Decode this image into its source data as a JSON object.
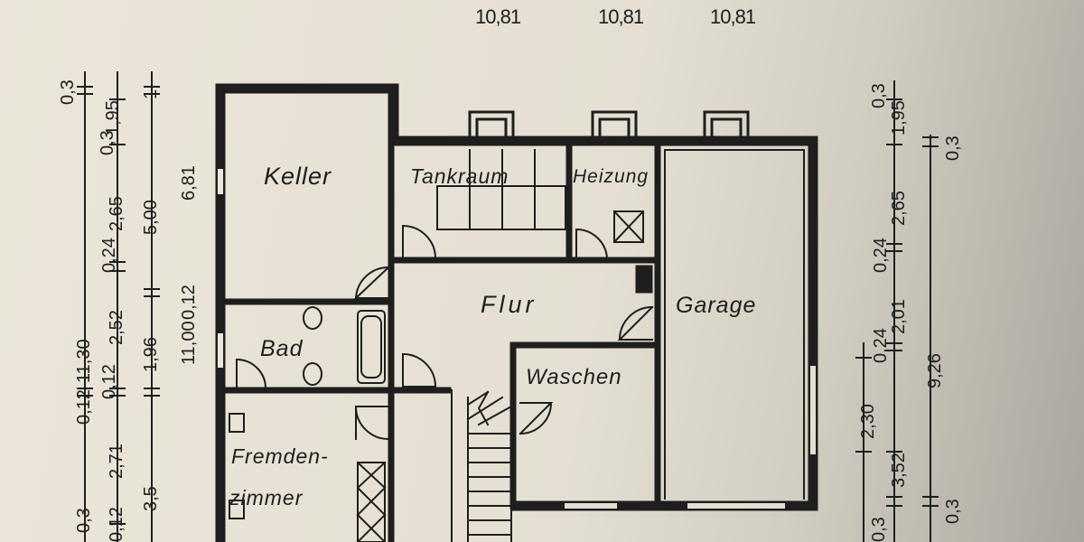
{
  "rooms": {
    "keller": "Keller",
    "tankraum": "Tankraum",
    "heizung": "Heizung",
    "flur": "Flur",
    "garage": "Garage",
    "bad": "Bad",
    "waschen": "Waschen",
    "fremdenzimmer_1": "Fremden-",
    "fremdenzimmer_2": "zimmer"
  },
  "window_heights": [
    "10,81",
    "10,81",
    "10,81"
  ],
  "left_dimensions": {
    "outer": [
      "0,3",
      "11,30",
      "0,12",
      "0,3"
    ],
    "middle": [
      "1,95",
      "0,3",
      "2,65",
      "0,24",
      "2,52",
      "0,12",
      "2,71",
      "0,12"
    ],
    "inner": [
      "1",
      "5,00",
      "1,96",
      "3,5"
    ],
    "room_heights": [
      "6,81",
      "0,12",
      "11,00"
    ]
  },
  "right_dimensions": {
    "left_col": [
      "0,3",
      "1,95",
      "2,65",
      "0,24",
      "2,01",
      "0,24",
      "2,30",
      "3,52",
      "0,3"
    ],
    "right_col": [
      "0,3",
      "9,26",
      "0,3"
    ]
  }
}
